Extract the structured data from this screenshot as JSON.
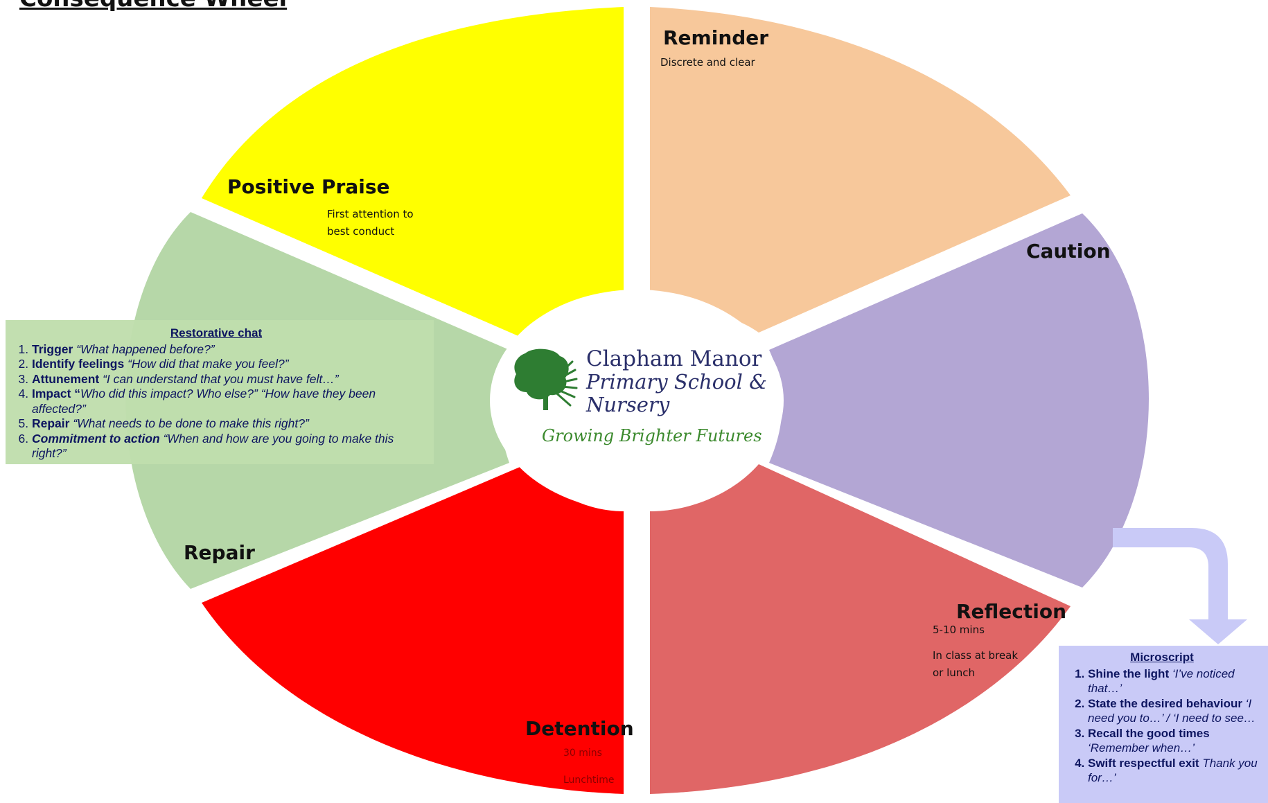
{
  "title": "Consequence Wheel",
  "colors": {
    "positive_praise": "#ffff00",
    "reminder": "#f7c89b",
    "caution": "#b3a6d4",
    "reflection": "#e06666",
    "detention": "#ff0000",
    "repair": "#b6d7a8",
    "restorative_box": "#c3e0b3",
    "microscript_box": "#c9caf7",
    "arrow": "#c9caf7",
    "logo_tree": "#2e7d32"
  },
  "segments": {
    "positive_praise": {
      "title": "Positive Praise",
      "lines": [
        "First attention to",
        "best conduct"
      ]
    },
    "reminder": {
      "title": "Reminder",
      "lines": [
        "Discrete and clear"
      ]
    },
    "caution": {
      "title": "Caution"
    },
    "reflection": {
      "title": "Reflection",
      "lines": [
        "5-10 mins",
        "In class at break",
        "or lunch"
      ]
    },
    "detention": {
      "title": "Detention",
      "lines": [
        "30 mins",
        "Lunchtime"
      ]
    },
    "repair": {
      "title": "Repair"
    }
  },
  "logo": {
    "icon": "tree-sun-icon",
    "name_line1": "Clapham Manor",
    "name_line2": "Primary School &",
    "name_line3": "Nursery",
    "tagline": "Growing Brighter Futures"
  },
  "restorative_chat": {
    "title": "Restorative chat",
    "items": [
      {
        "bold": "Trigger",
        "text": " “What happened before?”"
      },
      {
        "bold": "Identify feelings",
        "text": " “How did that make you feel?”"
      },
      {
        "bold": "Attunement",
        "text": "  “I can understand that you must have felt…”"
      },
      {
        "bold": "Impact “",
        "text": "Who did this impact?  Who else?” “How have they been affected?”"
      },
      {
        "bold": "Repair",
        "text": " “What needs to be done to make this right?”"
      },
      {
        "bold": "Commitment to action",
        "text": " “When and how are you going to make this right?”"
      }
    ]
  },
  "microscript": {
    "title": "Microscript",
    "items": [
      {
        "bold": "Shine the light",
        "text": " ‘I’ve noticed that…’"
      },
      {
        "bold": "State the desired behaviour",
        "text": " ‘I need you to…’ / ‘I need to see…"
      },
      {
        "bold": "Recall the good times",
        "text": " ‘Remember when…’"
      },
      {
        "bold": "Swift respectful exit",
        "text": " Thank you for…’"
      }
    ]
  }
}
